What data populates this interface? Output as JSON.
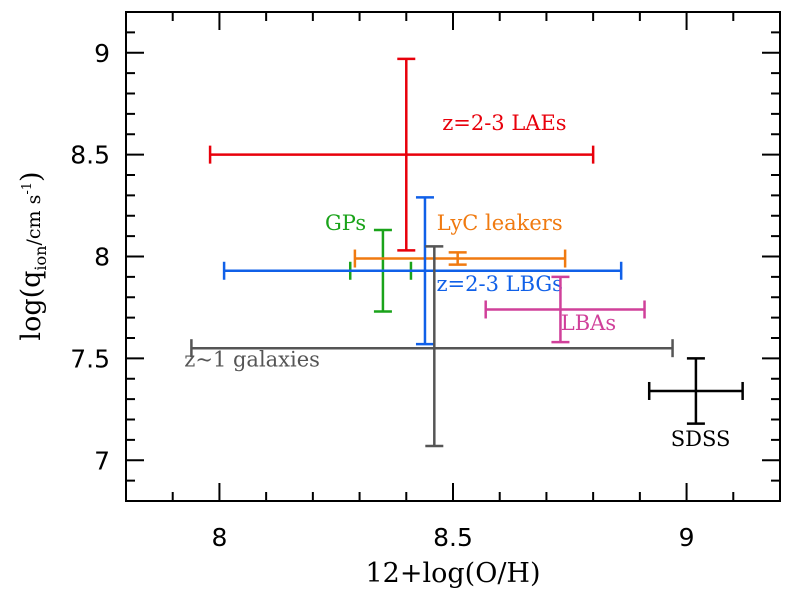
{
  "chart_data": {
    "type": "scatter",
    "xlabel": "12+log(O/H)",
    "ylabel_main": "log(q",
    "ylabel_sub": "ion",
    "ylabel_unit": "/cm s",
    "ylabel_sup": "-1",
    "ylabel_close": ")",
    "xlim": [
      7.8,
      9.2
    ],
    "ylim": [
      6.8,
      9.2
    ],
    "x_ticks": [
      {
        "v": 8,
        "label": "8"
      },
      {
        "v": 8.5,
        "label": "8.5"
      },
      {
        "v": 9,
        "label": "9"
      }
    ],
    "y_ticks": [
      {
        "v": 7,
        "label": "7"
      },
      {
        "v": 7.5,
        "label": "7.5"
      },
      {
        "v": 8,
        "label": "8"
      },
      {
        "v": 8.5,
        "label": "8.5"
      },
      {
        "v": 9,
        "label": "9"
      }
    ],
    "x_minor_step": 0.1,
    "y_minor_step": 0.1,
    "grid": false,
    "series": [
      {
        "name": "z=2-3 LAEs",
        "color": "#e8000b",
        "x": 8.4,
        "y": 8.5,
        "x_err": [
          7.98,
          8.8
        ],
        "y_err": [
          8.03,
          8.97
        ],
        "label_x": 8.61,
        "label_y": 8.62
      },
      {
        "name": "GPs",
        "color": "#1aa31a",
        "x": 8.35,
        "y": 7.93,
        "x_err": [
          8.28,
          8.41
        ],
        "y_err": [
          7.73,
          8.13
        ],
        "label_x": 8.27,
        "label_y": 8.13
      },
      {
        "name": "LyC leakers",
        "color": "#f07a10",
        "x": 8.51,
        "y": 7.99,
        "x_err": [
          8.29,
          8.74
        ],
        "y_err": [
          7.96,
          8.02
        ],
        "label_x": 8.6,
        "label_y": 8.13
      },
      {
        "name": "z=2-3 LBGs",
        "color": "#1060e8",
        "x": 8.44,
        "y": 7.93,
        "x_err": [
          8.01,
          8.86
        ],
        "y_err": [
          7.57,
          8.29
        ],
        "label_x": 8.6,
        "label_y": 7.83
      },
      {
        "name": "LBAs",
        "color": "#d0409a",
        "x": 8.73,
        "y": 7.74,
        "x_err": [
          8.57,
          8.91
        ],
        "y_err": [
          7.58,
          7.9
        ],
        "label_x": 8.79,
        "label_y": 7.64
      },
      {
        "name": "z~1 galaxies",
        "color": "#555555",
        "x": 8.46,
        "y": 7.55,
        "x_err": [
          7.94,
          8.97
        ],
        "y_err": [
          7.07,
          8.05
        ],
        "label_x": 8.07,
        "label_y": 7.46
      },
      {
        "name": "SDSS",
        "color": "#000000",
        "x": 9.02,
        "y": 7.34,
        "x_err": [
          8.92,
          9.12
        ],
        "y_err": [
          7.18,
          7.5
        ],
        "label_x": 9.03,
        "label_y": 7.07
      }
    ]
  }
}
